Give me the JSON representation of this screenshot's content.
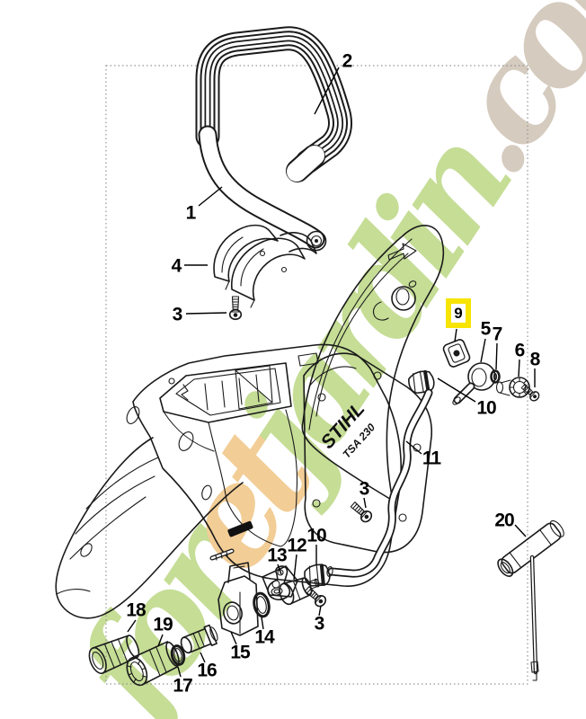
{
  "diagram": {
    "type": "exploded-parts-illustration",
    "brand_logo": {
      "name": "STIHL",
      "model": "TSA 230"
    },
    "watermark": {
      "text": "foretjardin.com",
      "segments": [
        {
          "text": "for",
          "color": "#c5dd95"
        },
        {
          "text": "et",
          "color": "#f2cd96"
        },
        {
          "text": "jardin",
          "color": "#c5dd95"
        },
        {
          "text": ".com",
          "color": "#d5cbbe"
        }
      ]
    },
    "highlight": {
      "part": "9",
      "color": "#f7e400"
    },
    "border_color": "#949494",
    "line_color": "#1a1a1a",
    "labels": [
      {
        "part": "2"
      },
      {
        "part": "1"
      },
      {
        "part": "4"
      },
      {
        "part": "3"
      },
      {
        "part": "5"
      },
      {
        "part": "7"
      },
      {
        "part": "6"
      },
      {
        "part": "8"
      },
      {
        "part": "10"
      },
      {
        "part": "11"
      },
      {
        "part": "3"
      },
      {
        "part": "20"
      },
      {
        "part": "10"
      },
      {
        "part": "12"
      },
      {
        "part": "13"
      },
      {
        "part": "3"
      },
      {
        "part": "14"
      },
      {
        "part": "15"
      },
      {
        "part": "16"
      },
      {
        "part": "17"
      },
      {
        "part": "18"
      },
      {
        "part": "19"
      },
      {
        "part": "9"
      }
    ]
  }
}
